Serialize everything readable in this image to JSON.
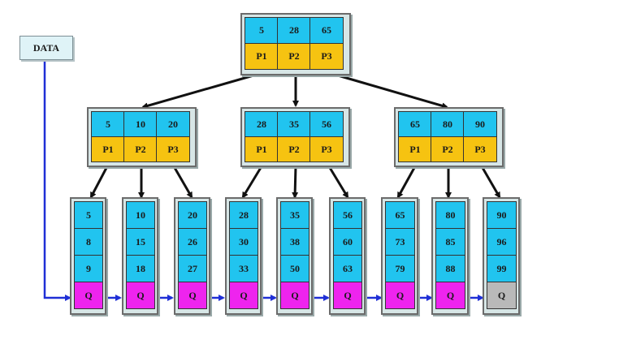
{
  "data_label": "DATA",
  "root": {
    "keys": [
      "5",
      "28",
      "65"
    ],
    "ptrs": [
      "P1",
      "P2",
      "P3"
    ]
  },
  "inner": [
    {
      "keys": [
        "5",
        "10",
        "20"
      ],
      "ptrs": [
        "P1",
        "P2",
        "P3"
      ]
    },
    {
      "keys": [
        "28",
        "35",
        "56"
      ],
      "ptrs": [
        "P1",
        "P2",
        "P3"
      ]
    },
    {
      "keys": [
        "65",
        "80",
        "90"
      ],
      "ptrs": [
        "P1",
        "P2",
        "P3"
      ]
    }
  ],
  "leaves": [
    {
      "keys": [
        "5",
        "8",
        "9"
      ],
      "q": "Q"
    },
    {
      "keys": [
        "10",
        "15",
        "18"
      ],
      "q": "Q"
    },
    {
      "keys": [
        "20",
        "26",
        "27"
      ],
      "q": "Q"
    },
    {
      "keys": [
        "28",
        "30",
        "33"
      ],
      "q": "Q"
    },
    {
      "keys": [
        "35",
        "38",
        "50"
      ],
      "q": "Q"
    },
    {
      "keys": [
        "56",
        "60",
        "63"
      ],
      "q": "Q"
    },
    {
      "keys": [
        "65",
        "73",
        "79"
      ],
      "q": "Q"
    },
    {
      "keys": [
        "80",
        "85",
        "88"
      ],
      "q": "Q"
    },
    {
      "keys": [
        "90",
        "96",
        "99"
      ],
      "q": "Q"
    }
  ],
  "colors": {
    "key": "#21c4ef",
    "pointer": "#f6c311",
    "leaf_link": "#ee24ee",
    "leaf_link_last": "#b9b9b9",
    "node_frame": "#d7e6e6",
    "tree_arrow": "#111111",
    "chain_arrow": "#1f2fd6"
  }
}
